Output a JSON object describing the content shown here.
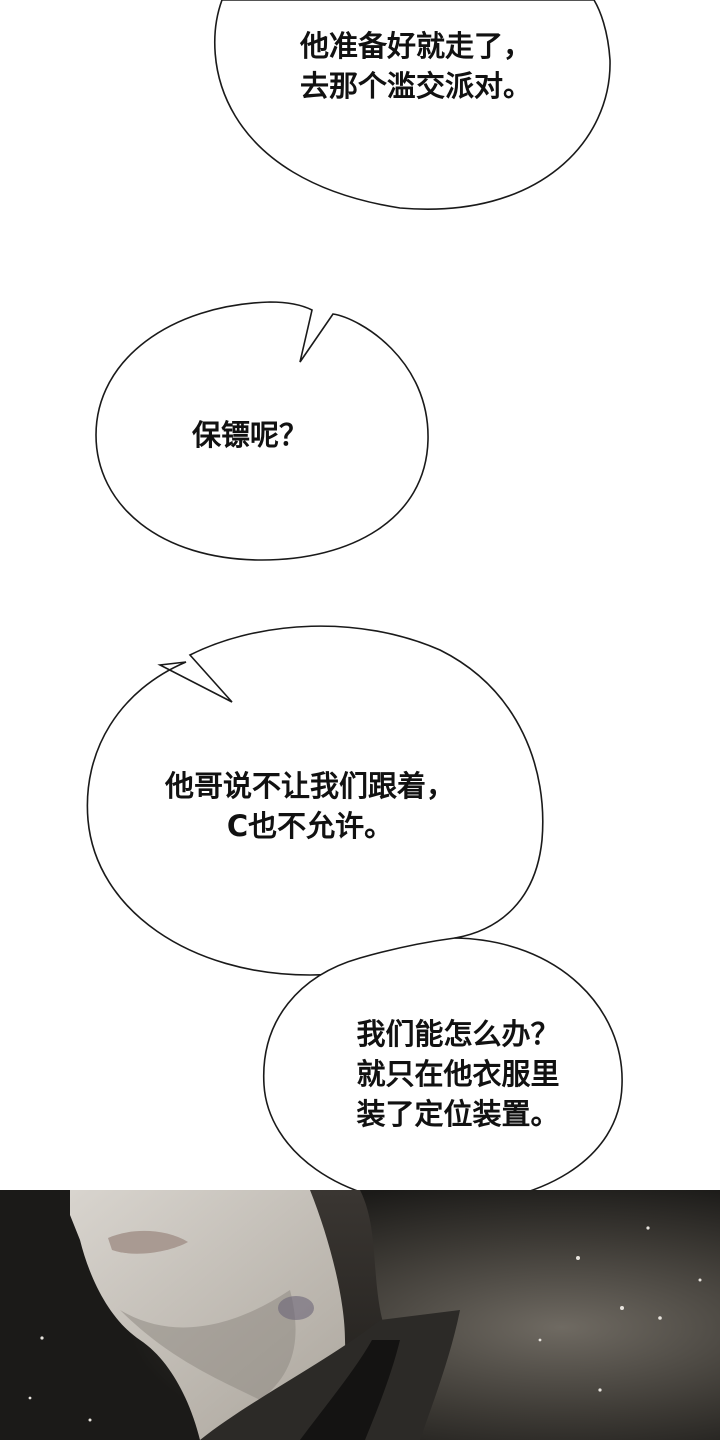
{
  "bubbles": [
    {
      "lines": [
        "他准备好就走了，",
        "去那个滥交派对。"
      ]
    },
    {
      "lines": [
        "保镖呢？"
      ]
    },
    {
      "lines": [
        "他哥说不让我们跟着，",
        "C也不允许。"
      ]
    },
    {
      "lines": [
        "我们能怎么办？",
        "就只在他衣服里",
        "装了定位装置。"
      ]
    }
  ],
  "colors": {
    "background": "#ffffff",
    "bubble_fill": "#ffffff",
    "bubble_stroke": "#1a1a1a",
    "text": "#111111",
    "art_dark": "#1b1a18"
  }
}
